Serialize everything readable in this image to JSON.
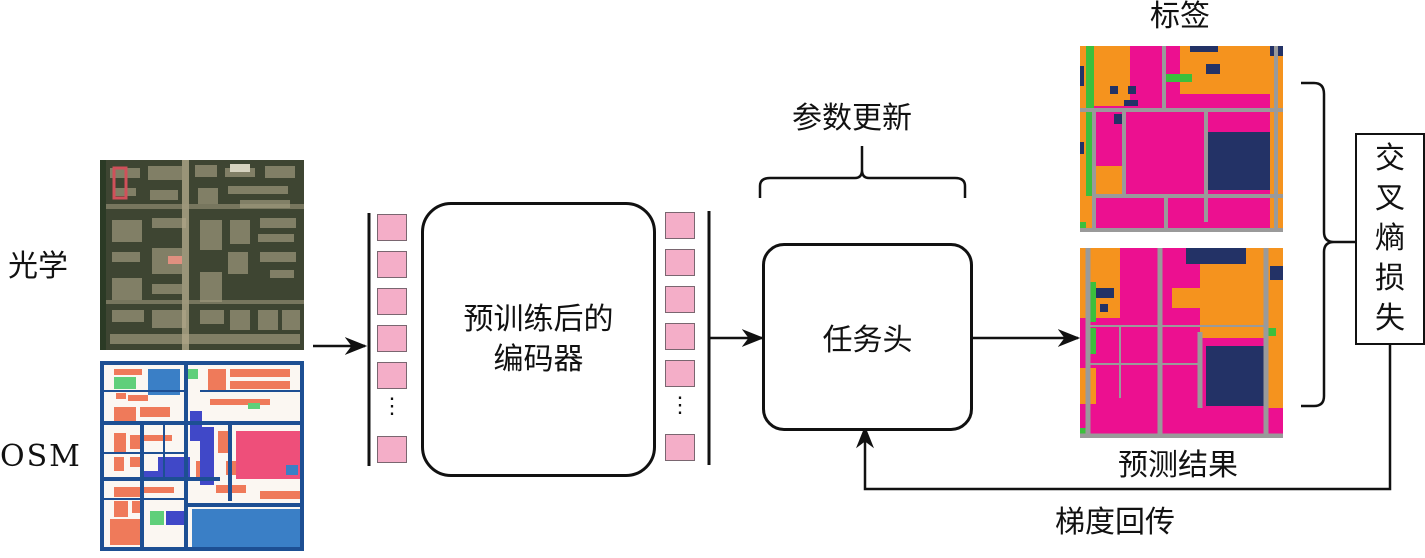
{
  "inputs": {
    "optical_label": "光学",
    "osm_label": "OSM"
  },
  "encoder": {
    "line1": "预训练后的",
    "line2": "编码器",
    "input_tokens": 6,
    "output_tokens": 6,
    "ellipsis": "⋮"
  },
  "task_head": {
    "label": "任务头",
    "brace_label": "参数更新"
  },
  "outputs": {
    "label_title": "标签",
    "prediction_title": "预测结果"
  },
  "loss": {
    "chars": [
      "交",
      "叉",
      "熵",
      "损",
      "失"
    ]
  },
  "feedback": {
    "label": "梯度回传"
  },
  "colors": {
    "token_fill": "#f4aec8",
    "seg_magenta": "#ec1090",
    "seg_orange": "#f5931e",
    "seg_navy": "#233266",
    "seg_gray": "#9a9a9a",
    "seg_green": "#3cbf3c",
    "osm_road": "#1d4f93",
    "osm_building": "#ef7a5a",
    "osm_blue": "#3a7fc6",
    "osm_violet": "#4048c8",
    "osm_pink": "#ee4f7a",
    "osm_green": "#5fcf7a"
  }
}
